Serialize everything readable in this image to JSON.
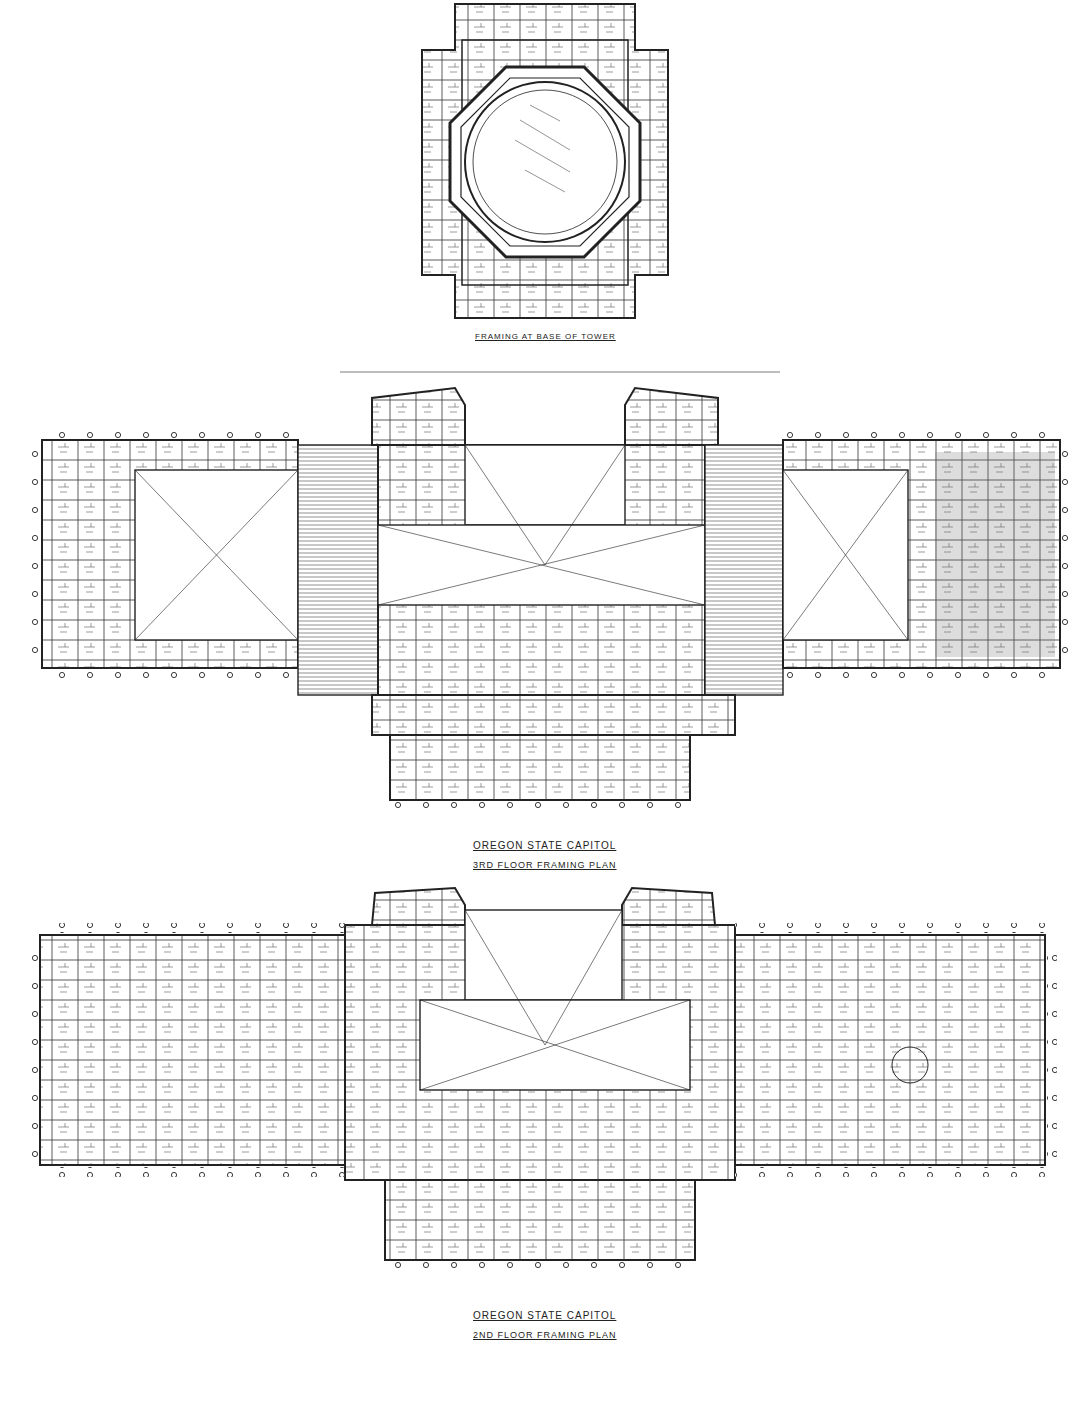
{
  "diagram": {
    "labels": [
      "FRAMING AT BASE OF TOWER",
      "OREGON STATE CAPITOL",
      "3RD FLOOR FRAMING PLAN",
      "OREGON STATE CAPITOL",
      "2ND FLOOR FRAMING PLAN"
    ]
  }
}
